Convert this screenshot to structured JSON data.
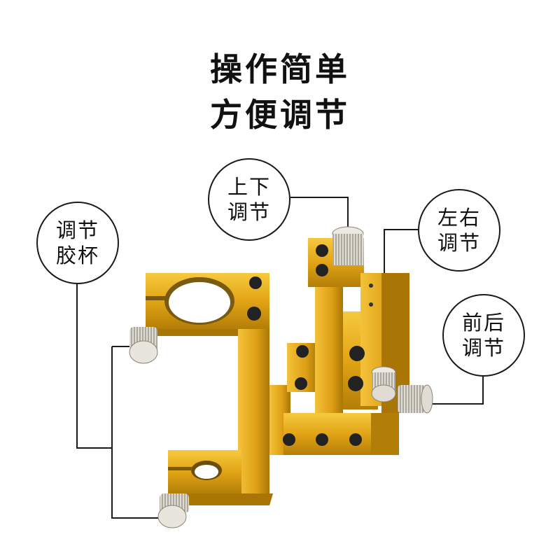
{
  "headline": {
    "line1": "操作简单",
    "line2": "方便调节"
  },
  "callouts": {
    "cup": {
      "line1": "调节",
      "line2": "胶杯"
    },
    "vertical": {
      "line1": "上下",
      "line2": "调节"
    },
    "lateral": {
      "line1": "左右",
      "line2": "调节"
    },
    "depth": {
      "line1": "前后",
      "line2": "调节"
    }
  },
  "colors": {
    "gold": "#E2A416",
    "gold_dark": "#B37E08",
    "gold_light": "#F6C93E",
    "knob": "#D9D4C8",
    "line": "#1a1a1a"
  }
}
